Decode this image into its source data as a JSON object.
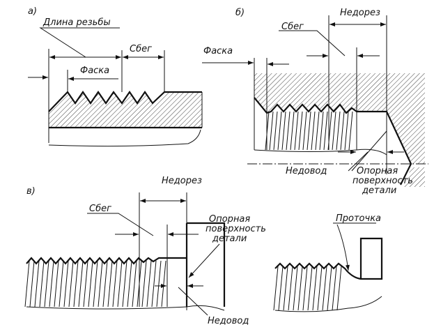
{
  "panel_a": {
    "label": "а)",
    "thread_length": "Длина резьбы",
    "runout": "Сбег",
    "chamfer": "Фаска"
  },
  "panel_b": {
    "label": "б)",
    "undercut": "Недорез",
    "runout": "Сбег",
    "chamfer": "Фаска",
    "underrun": "Недовод",
    "bearing_surface": [
      "Опорная",
      "поверхность",
      "детали"
    ]
  },
  "panel_c": {
    "label": "в)",
    "undercut": "Недорез",
    "runout": "Сбег",
    "bearing_surface": [
      "Опорная",
      "поверхность",
      "детали"
    ],
    "underrun": "Недовод",
    "groove": "Проточка"
  },
  "colors": {
    "ink": "#111111",
    "paper": "#ffffff"
  }
}
